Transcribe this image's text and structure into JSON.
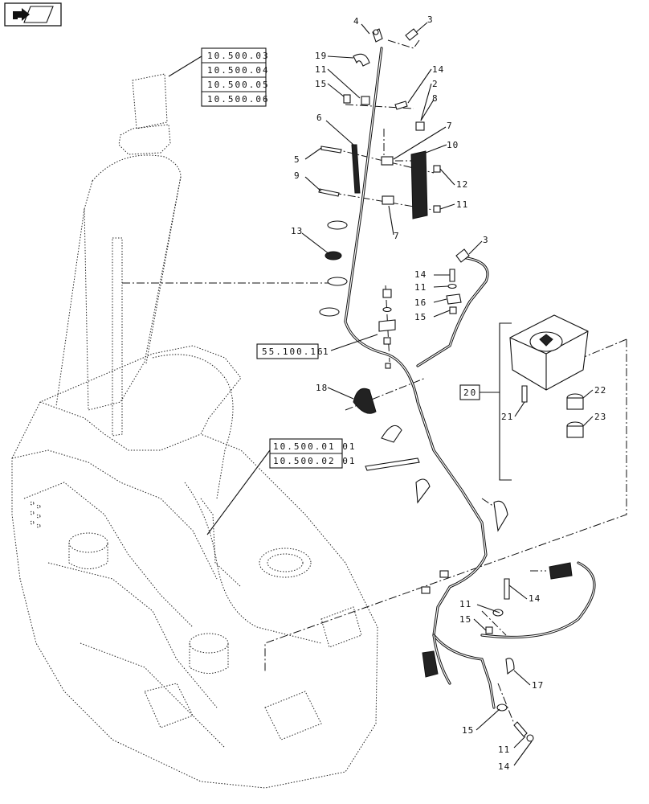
{
  "nav_icon": "return-arrow-icon",
  "reference_boxes": {
    "group_top": [
      "10.500.03",
      "10.500.04",
      "10.500.05",
      "10.500.06"
    ],
    "group_mid": [
      "10.500.01 01",
      "10.500.02 01"
    ],
    "harness_ref": "55.100.16",
    "module_ref": "20"
  },
  "callouts": {
    "c4": "4",
    "c3a": "3",
    "c19": "19",
    "c11a": "11",
    "c15a": "15",
    "c14a": "14",
    "c2": "2",
    "c8": "8",
    "c6": "6",
    "c7a": "7",
    "c10": "10",
    "c5": "5",
    "c9": "9",
    "c12": "12",
    "c11b": "11",
    "c7b": "7",
    "c13": "13",
    "c3b": "3",
    "c14b": "14",
    "c11c": "11",
    "c16": "16",
    "c15b": "15",
    "c1": "1",
    "c18": "18",
    "c22": "22",
    "c23": "23",
    "c21": "21",
    "c11d": "11",
    "c14c": "14",
    "c15c": "15",
    "c17": "17",
    "c15d": "15",
    "c11e": "11",
    "c14d": "14"
  }
}
